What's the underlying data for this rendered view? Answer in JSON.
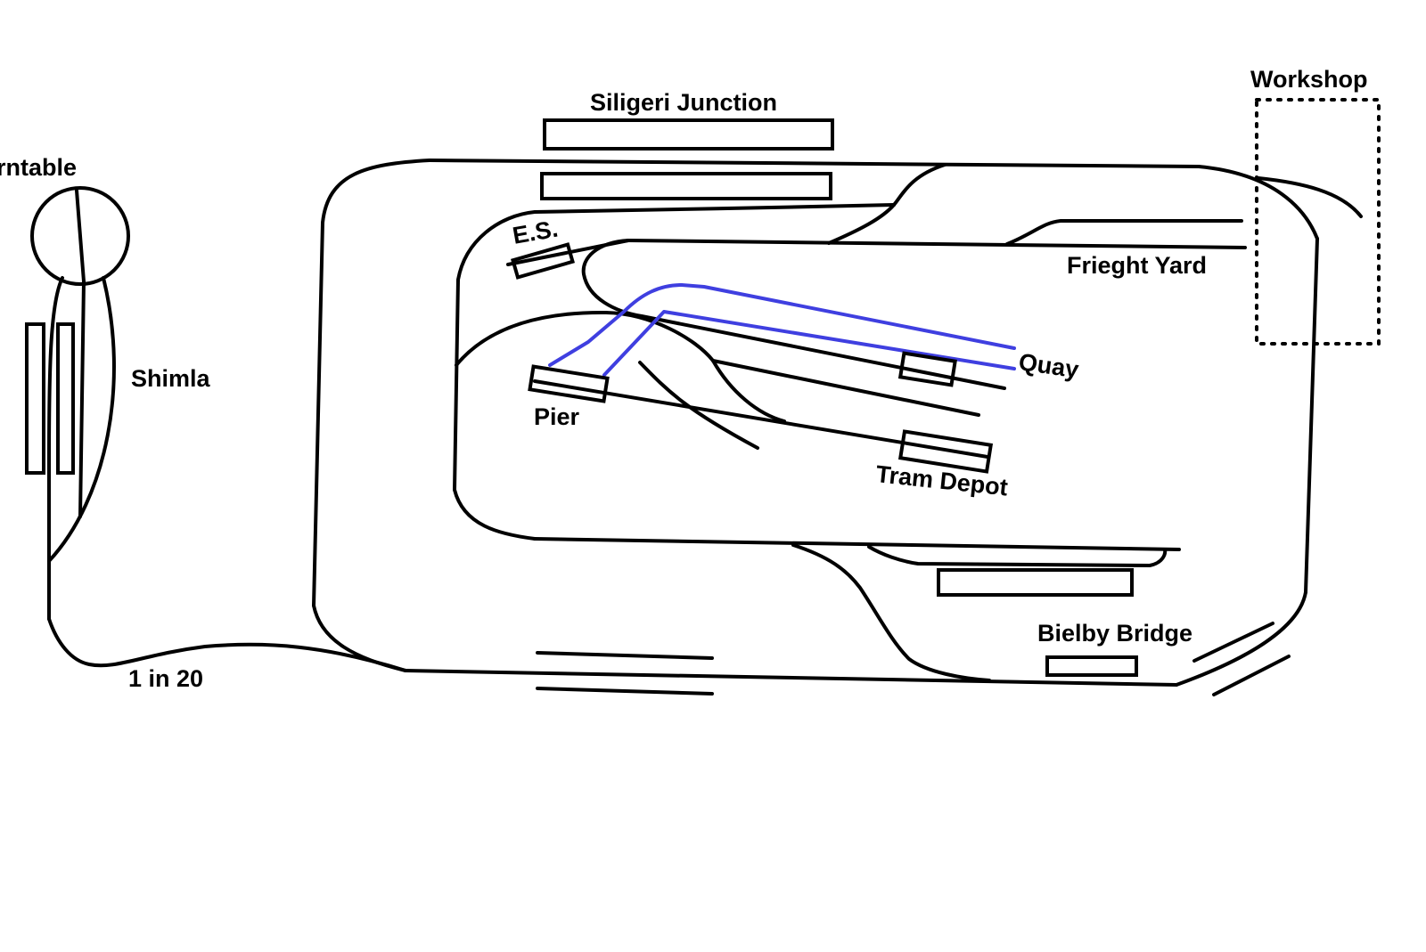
{
  "labels": {
    "turntable": "rntable",
    "shimla": "Shimla",
    "gradient": "1 in 20",
    "siligeri_junction": "Siligeri Junction",
    "es": "E.S.",
    "frieght_yard": "Frieght Yard",
    "workshop": "Workshop",
    "pier": "Pier",
    "quay": "Quay",
    "tram_depot": "Tram Depot",
    "bielby_bridge": "Bielby Bridge"
  },
  "colors": {
    "track": "#000000",
    "tramway": "#3f3fe0",
    "background": "#ffffff"
  }
}
